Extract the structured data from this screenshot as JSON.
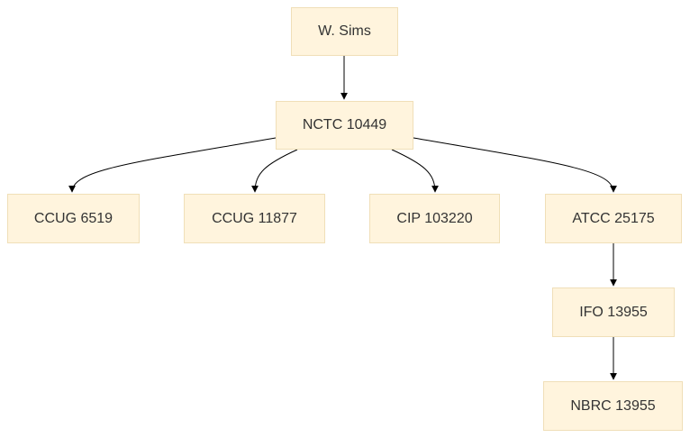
{
  "nodes": {
    "sims": "W. Sims",
    "nctc": "NCTC 10449",
    "ccug1": "CCUG 6519",
    "ccug2": "CCUG 11877",
    "cip": "CIP 103220",
    "atcc": "ATCC 25175",
    "ifo": "IFO 13955",
    "nbrc": "NBRC 13955"
  },
  "edges": [
    {
      "from": "W. Sims",
      "to": "NCTC 10449"
    },
    {
      "from": "NCTC 10449",
      "to": "CCUG 6519"
    },
    {
      "from": "NCTC 10449",
      "to": "CCUG 11877"
    },
    {
      "from": "NCTC 10449",
      "to": "CIP 103220"
    },
    {
      "from": "NCTC 10449",
      "to": "ATCC 25175"
    },
    {
      "from": "ATCC 25175",
      "to": "IFO 13955"
    },
    {
      "from": "IFO 13955",
      "to": "NBRC 13955"
    }
  ],
  "colors": {
    "node_fill": "#fff4dd",
    "node_border": "#f0dfb8",
    "edge": "#000000",
    "text": "#333333"
  }
}
